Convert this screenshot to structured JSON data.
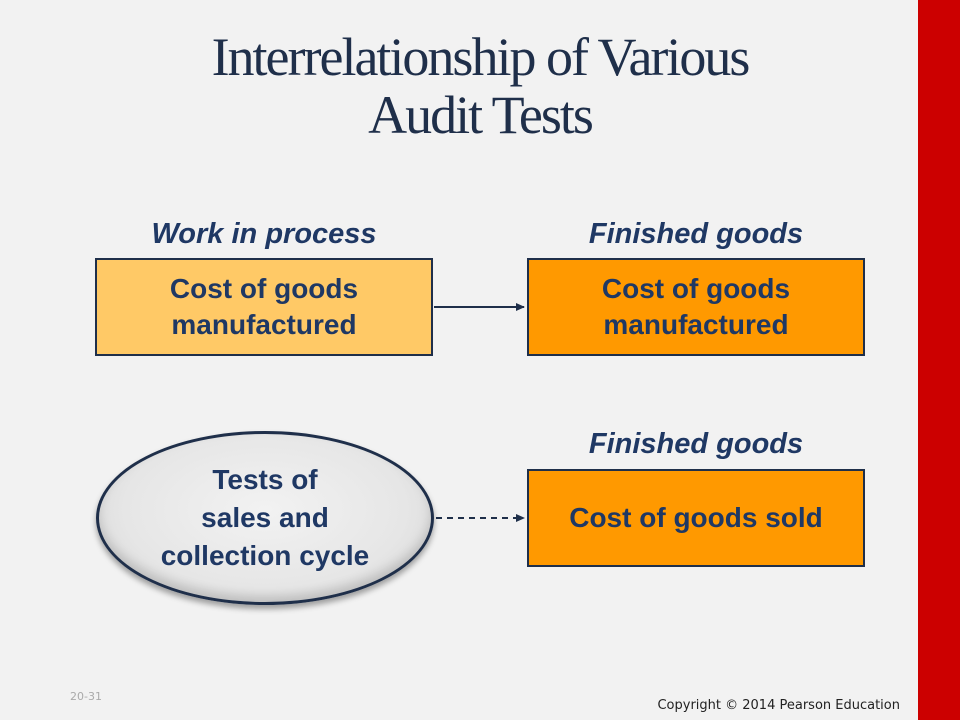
{
  "slide": {
    "title_line1": "Interrelationship of Various",
    "title_line2": "Audit Tests",
    "colors": {
      "accent_bar": "#cc0000",
      "box_light": "#ffc966",
      "box_orange": "#ff9900",
      "text_navy": "#1f3864"
    }
  },
  "top_left": {
    "heading": "Work in process",
    "line1": "Cost of goods",
    "line2": "manufactured"
  },
  "top_right": {
    "heading": "Finished goods",
    "line1": "Cost of goods",
    "line2": "manufactured"
  },
  "bottom_left": {
    "line1": "Tests of",
    "line2": "sales and",
    "line3": "collection cycle"
  },
  "bottom_right": {
    "heading": "Finished goods",
    "text": "Cost of goods sold"
  },
  "footer": {
    "slide_number": "20-31",
    "copyright": "Copyright © 2014 Pearson Education"
  }
}
